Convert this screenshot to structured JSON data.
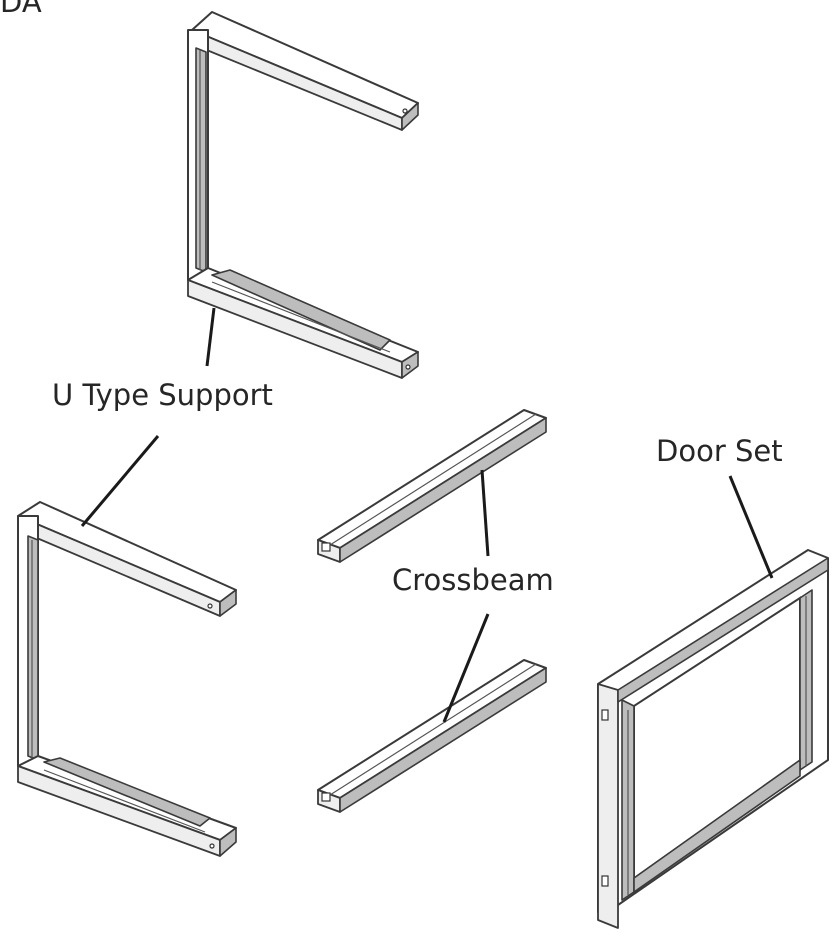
{
  "corner_text": "DA",
  "labels": {
    "u_type_support": "U Type Support",
    "crossbeam": "Crossbeam",
    "door_set": "Door Set"
  }
}
